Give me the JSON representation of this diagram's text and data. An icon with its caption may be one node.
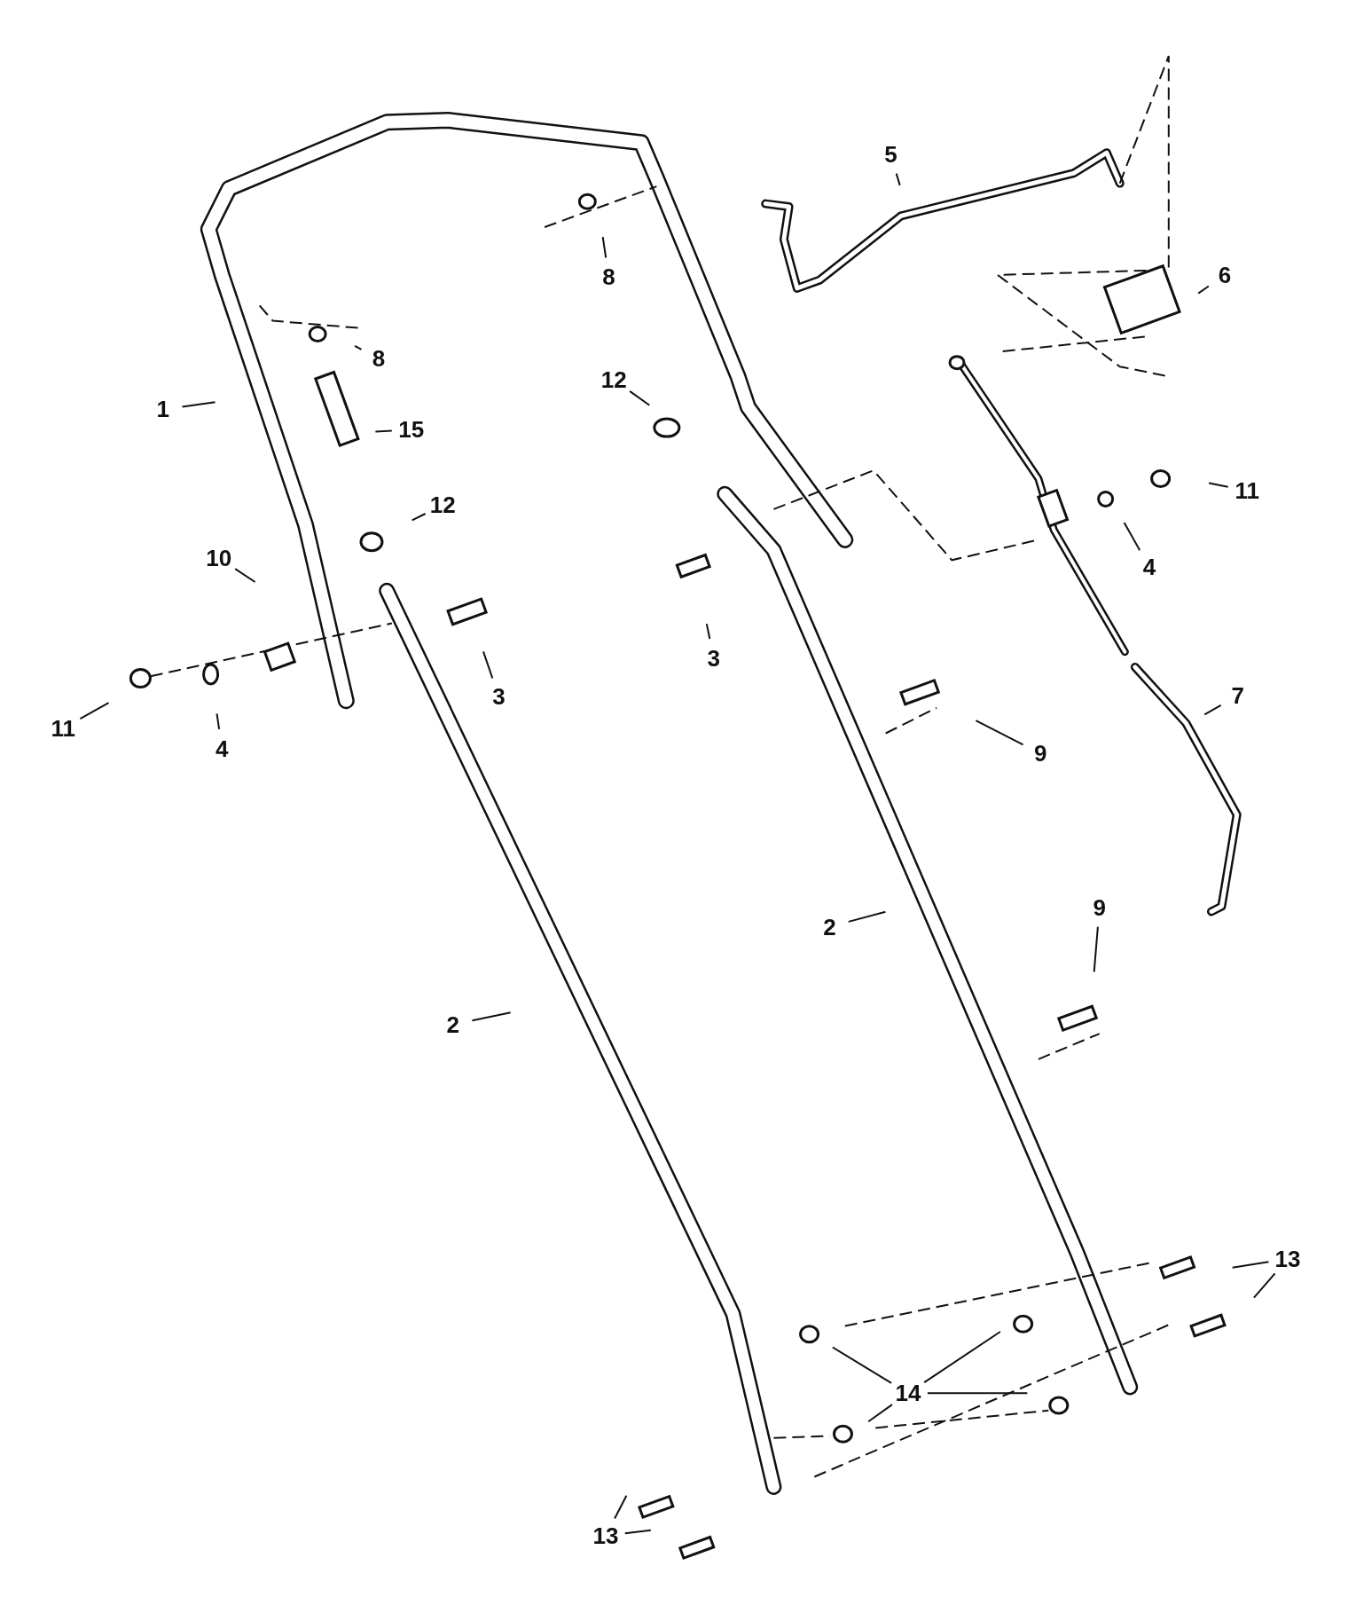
{
  "diagram": {
    "nodes": [
      {
        "text": [
          "5"
        ]
      },
      {
        "text": [
          "6"
        ]
      },
      {
        "text": [
          "8"
        ]
      },
      {
        "text": [
          "8"
        ]
      },
      {
        "text": [
          "12"
        ]
      },
      {
        "text": [
          "1"
        ]
      },
      {
        "text": [
          "15"
        ]
      },
      {
        "text": [
          "11"
        ]
      },
      {
        "text": [
          "12"
        ]
      },
      {
        "text": [
          "4"
        ]
      },
      {
        "text": [
          "10"
        ]
      },
      {
        "text": [
          "3"
        ]
      },
      {
        "text": [
          "3"
        ]
      },
      {
        "text": [
          "11"
        ]
      },
      {
        "text": [
          "4"
        ]
      },
      {
        "text": [
          "7"
        ]
      },
      {
        "text": [
          "9"
        ]
      },
      {
        "text": [
          "2"
        ]
      },
      {
        "text": [
          "9"
        ]
      },
      {
        "text": [
          "2"
        ]
      },
      {
        "text": [
          "13"
        ]
      },
      {
        "text": [
          "14"
        ]
      },
      {
        "text": [
          "13"
        ]
      }
    ],
    "edges": [
      {
        "from": 0,
        "to": null,
        "arrow": "none"
      },
      {
        "from": 1,
        "to": null,
        "arrow": "none"
      },
      {
        "from": 2,
        "to": null,
        "arrow": "none"
      },
      {
        "from": 3,
        "to": null,
        "arrow": "none"
      },
      {
        "from": 4,
        "to": null,
        "arrow": "none"
      },
      {
        "from": 5,
        "to": null,
        "arrow": "none"
      },
      {
        "from": 6,
        "to": null,
        "arrow": "none"
      },
      {
        "from": 7,
        "to": null,
        "arrow": "none"
      },
      {
        "from": 8,
        "to": null,
        "arrow": "none"
      },
      {
        "from": 9,
        "to": null,
        "arrow": "none"
      },
      {
        "from": 10,
        "to": null,
        "arrow": "none"
      },
      {
        "from": 11,
        "to": null,
        "arrow": "none"
      },
      {
        "from": 12,
        "to": null,
        "arrow": "none"
      },
      {
        "from": 13,
        "to": null,
        "arrow": "none"
      },
      {
        "from": 14,
        "to": null,
        "arrow": "none"
      },
      {
        "from": 15,
        "to": null,
        "arrow": "none"
      },
      {
        "from": 16,
        "to": null,
        "arrow": "none"
      },
      {
        "from": 17,
        "to": null,
        "arrow": "none"
      },
      {
        "from": 18,
        "to": null,
        "arrow": "none"
      },
      {
        "from": 19,
        "to": null,
        "arrow": "none"
      },
      {
        "from": 20,
        "to": null,
        "arrow": "none"
      },
      {
        "from": 20,
        "to": null,
        "arrow": "none"
      },
      {
        "from": 21,
        "to": null,
        "arrow": "none"
      },
      {
        "from": 21,
        "to": null,
        "arrow": "none"
      },
      {
        "from": 21,
        "to": null,
        "arrow": "none"
      },
      {
        "from": 21,
        "to": null,
        "arrow": "none"
      },
      {
        "from": 22,
        "to": null,
        "arrow": "none"
      },
      {
        "from": 22,
        "to": null,
        "arrow": "none"
      }
    ]
  }
}
